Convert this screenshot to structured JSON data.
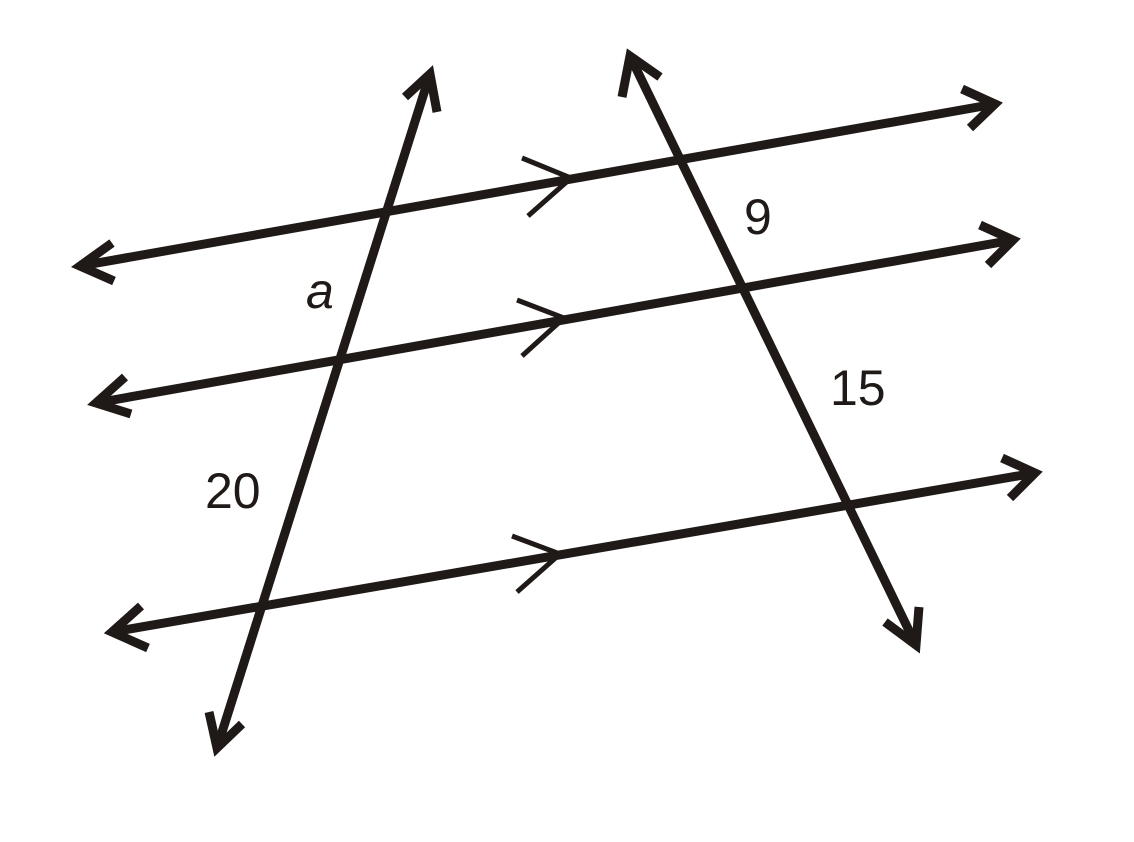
{
  "diagram": {
    "description": "Three parallel lines cut by two transversals (triangle proportionality / parallel lines proportional segments)",
    "colors": {
      "stroke": "#1f1a17",
      "background": "#ffffff"
    },
    "labels": {
      "a": "a",
      "nine": "9",
      "fifteen": "15",
      "twenty": "20"
    },
    "lines": {
      "parallel": [
        "top",
        "middle",
        "bottom"
      ],
      "transversals": [
        "left",
        "right"
      ]
    },
    "parallel_marks": "single arrow mark on each of the three parallel lines"
  }
}
